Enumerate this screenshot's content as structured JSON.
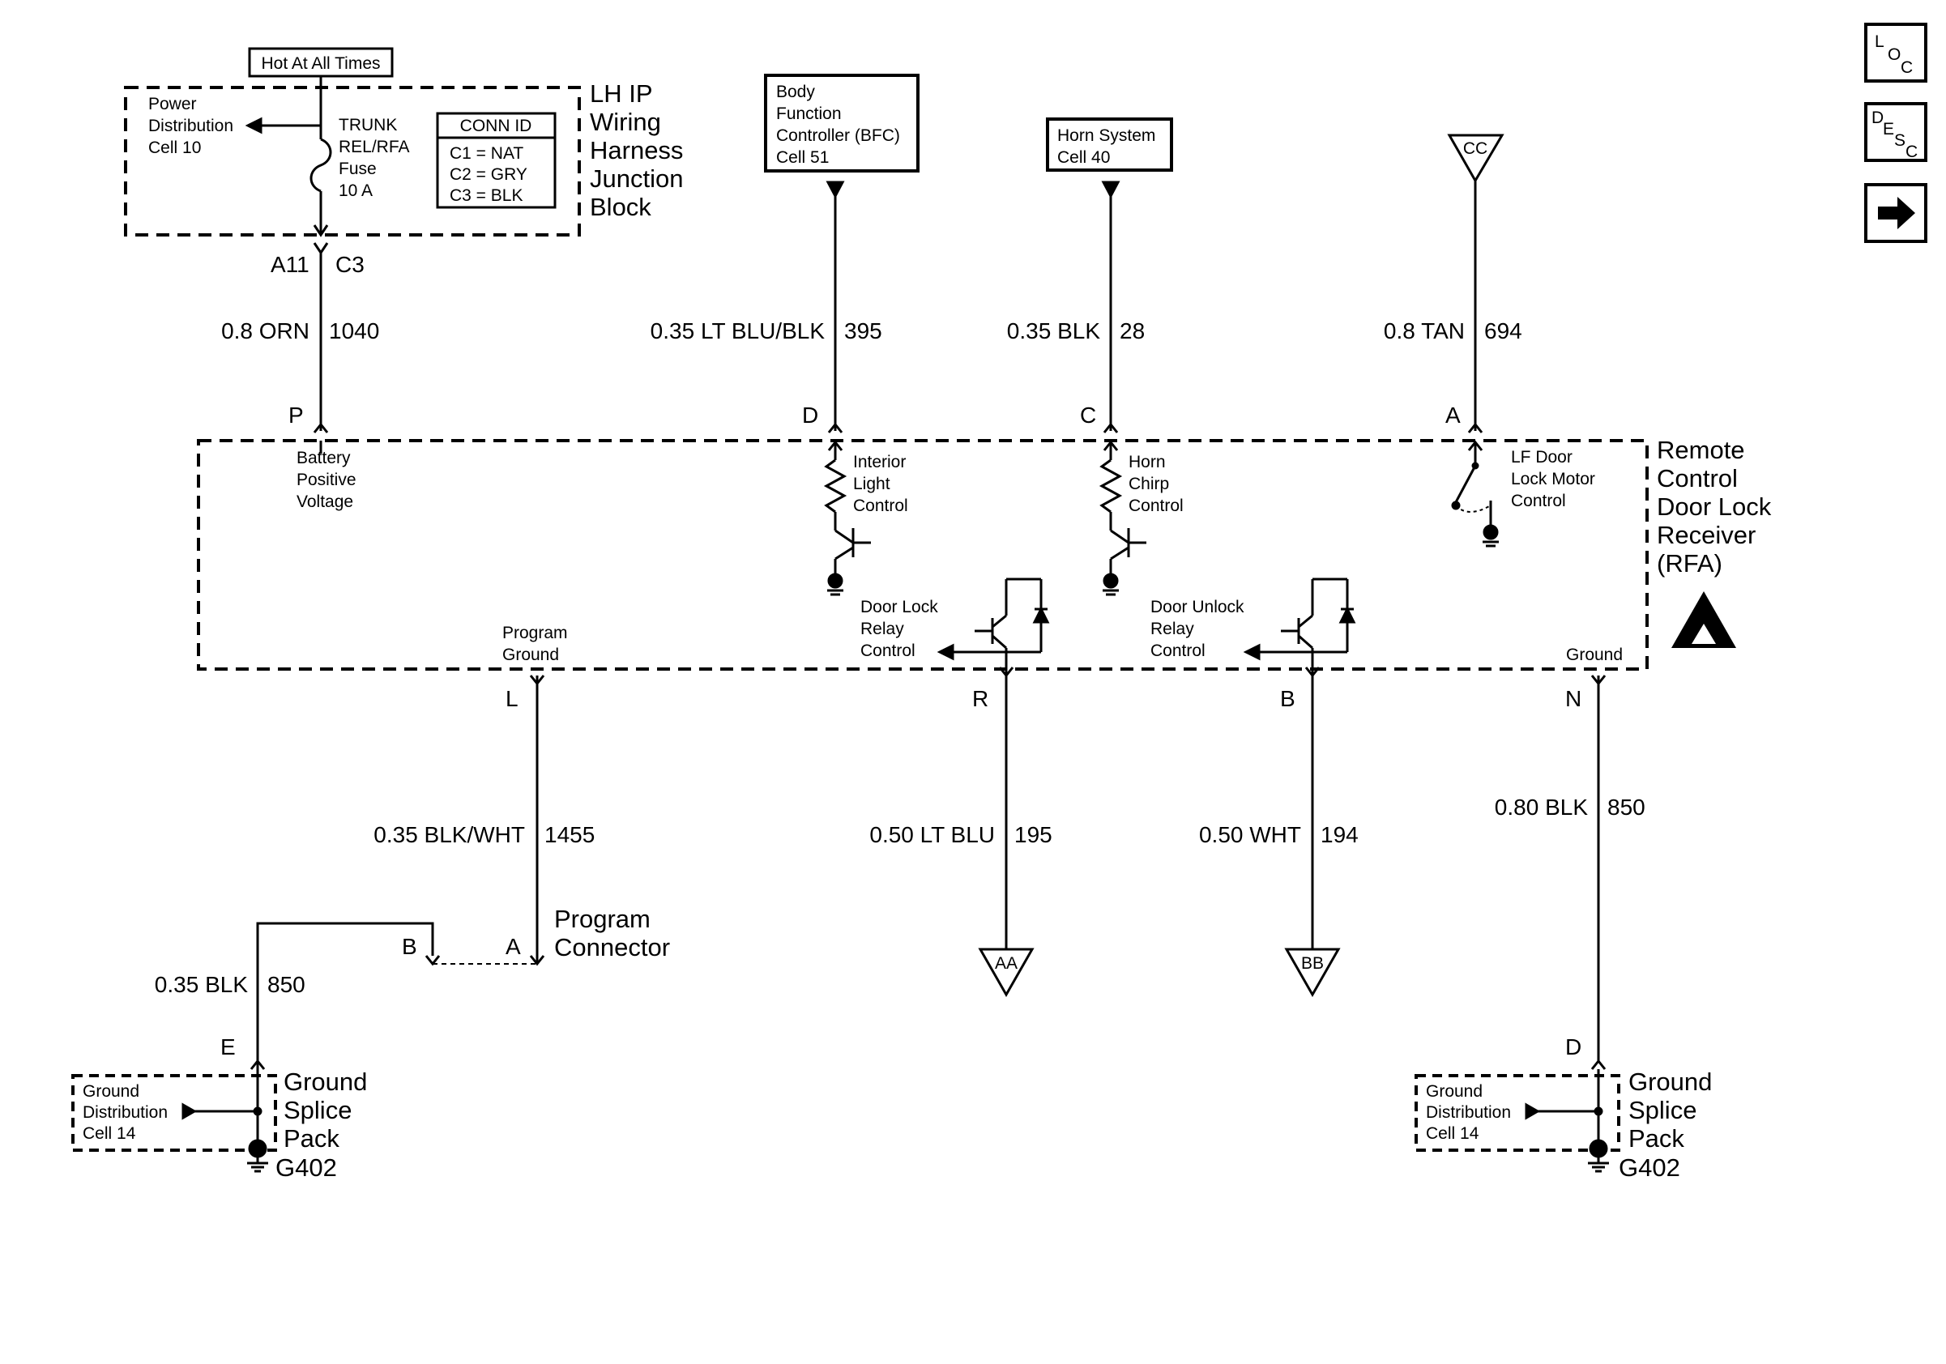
{
  "fuse_block": {
    "hot_label": "Hot At All Times",
    "title": [
      "LH IP",
      "Wiring",
      "Harness",
      "Junction",
      "Block"
    ],
    "power_ref": [
      "Power",
      "Distribution",
      "Cell 10"
    ],
    "fuse_text": [
      "TRUNK",
      "REL/RFA",
      "Fuse",
      "10 A"
    ],
    "conn_id": {
      "title": "CONN ID",
      "rows": [
        "C1 = NAT",
        "C2 = GRY",
        "C3 = BLK"
      ]
    },
    "pin": "A11",
    "connector": "C3"
  },
  "bfc_ref": [
    "Body",
    "Function",
    "Controller (BFC)",
    "Cell 51"
  ],
  "horn_ref": [
    "Horn System",
    "Cell 40"
  ],
  "offpage": {
    "top": "CC",
    "aa": "AA",
    "bb": "BB"
  },
  "wires": {
    "p": {
      "gauge": "0.8 ORN",
      "circuit": "1040",
      "pin": "P"
    },
    "d": {
      "gauge": "0.35 LT BLU/BLK",
      "circuit": "395",
      "pin": "D"
    },
    "c": {
      "gauge": "0.35 BLK",
      "circuit": "28",
      "pin": "C"
    },
    "a": {
      "gauge": "0.8 TAN",
      "circuit": "694",
      "pin": "A"
    },
    "l": {
      "gauge": "0.35 BLK/WHT",
      "circuit": "1455",
      "pin": "L"
    },
    "r": {
      "gauge": "0.50 LT BLU",
      "circuit": "195",
      "pin": "R"
    },
    "b": {
      "gauge": "0.50 WHT",
      "circuit": "194",
      "pin": "B"
    },
    "n": {
      "gauge": "0.80 BLK",
      "circuit": "850",
      "pin": "N"
    },
    "e": {
      "gauge": "0.35 BLK",
      "circuit": "850",
      "pin": "E"
    },
    "d2": {
      "pin": "D"
    }
  },
  "module": {
    "title": [
      "Remote",
      "Control",
      "Door Lock",
      "Receiver",
      "(RFA)"
    ],
    "battery": [
      "Battery",
      "Positive",
      "Voltage"
    ],
    "interior": [
      "Interior",
      "Light",
      "Control"
    ],
    "horn_chirp": [
      "Horn",
      "Chirp",
      "Control"
    ],
    "lf_door": [
      "LF Door",
      "Lock Motor",
      "Control"
    ],
    "program_ground": [
      "Program",
      "Ground"
    ],
    "door_lock_relay": [
      "Door Lock",
      "Relay",
      "Control"
    ],
    "door_unlock_relay": [
      "Door Unlock",
      "Relay",
      "Control"
    ],
    "ground": "Ground"
  },
  "program_connector": {
    "label": [
      "Program",
      "Connector"
    ],
    "pin_b": "B",
    "pin_a": "A"
  },
  "splice_left": {
    "ref": [
      "Ground",
      "Distribution",
      "Cell 14"
    ],
    "title": [
      "Ground",
      "Splice",
      "Pack"
    ],
    "gnd": "G402"
  },
  "splice_right": {
    "ref": [
      "Ground",
      "Distribution",
      "Cell 14"
    ],
    "title": [
      "Ground",
      "Splice",
      "Pack"
    ],
    "gnd": "G402"
  },
  "nav": {
    "loc": [
      "L",
      "O",
      "C"
    ],
    "desc": [
      "D",
      "E",
      "S",
      "C"
    ],
    "arrow_icon": "right-arrow-icon"
  }
}
